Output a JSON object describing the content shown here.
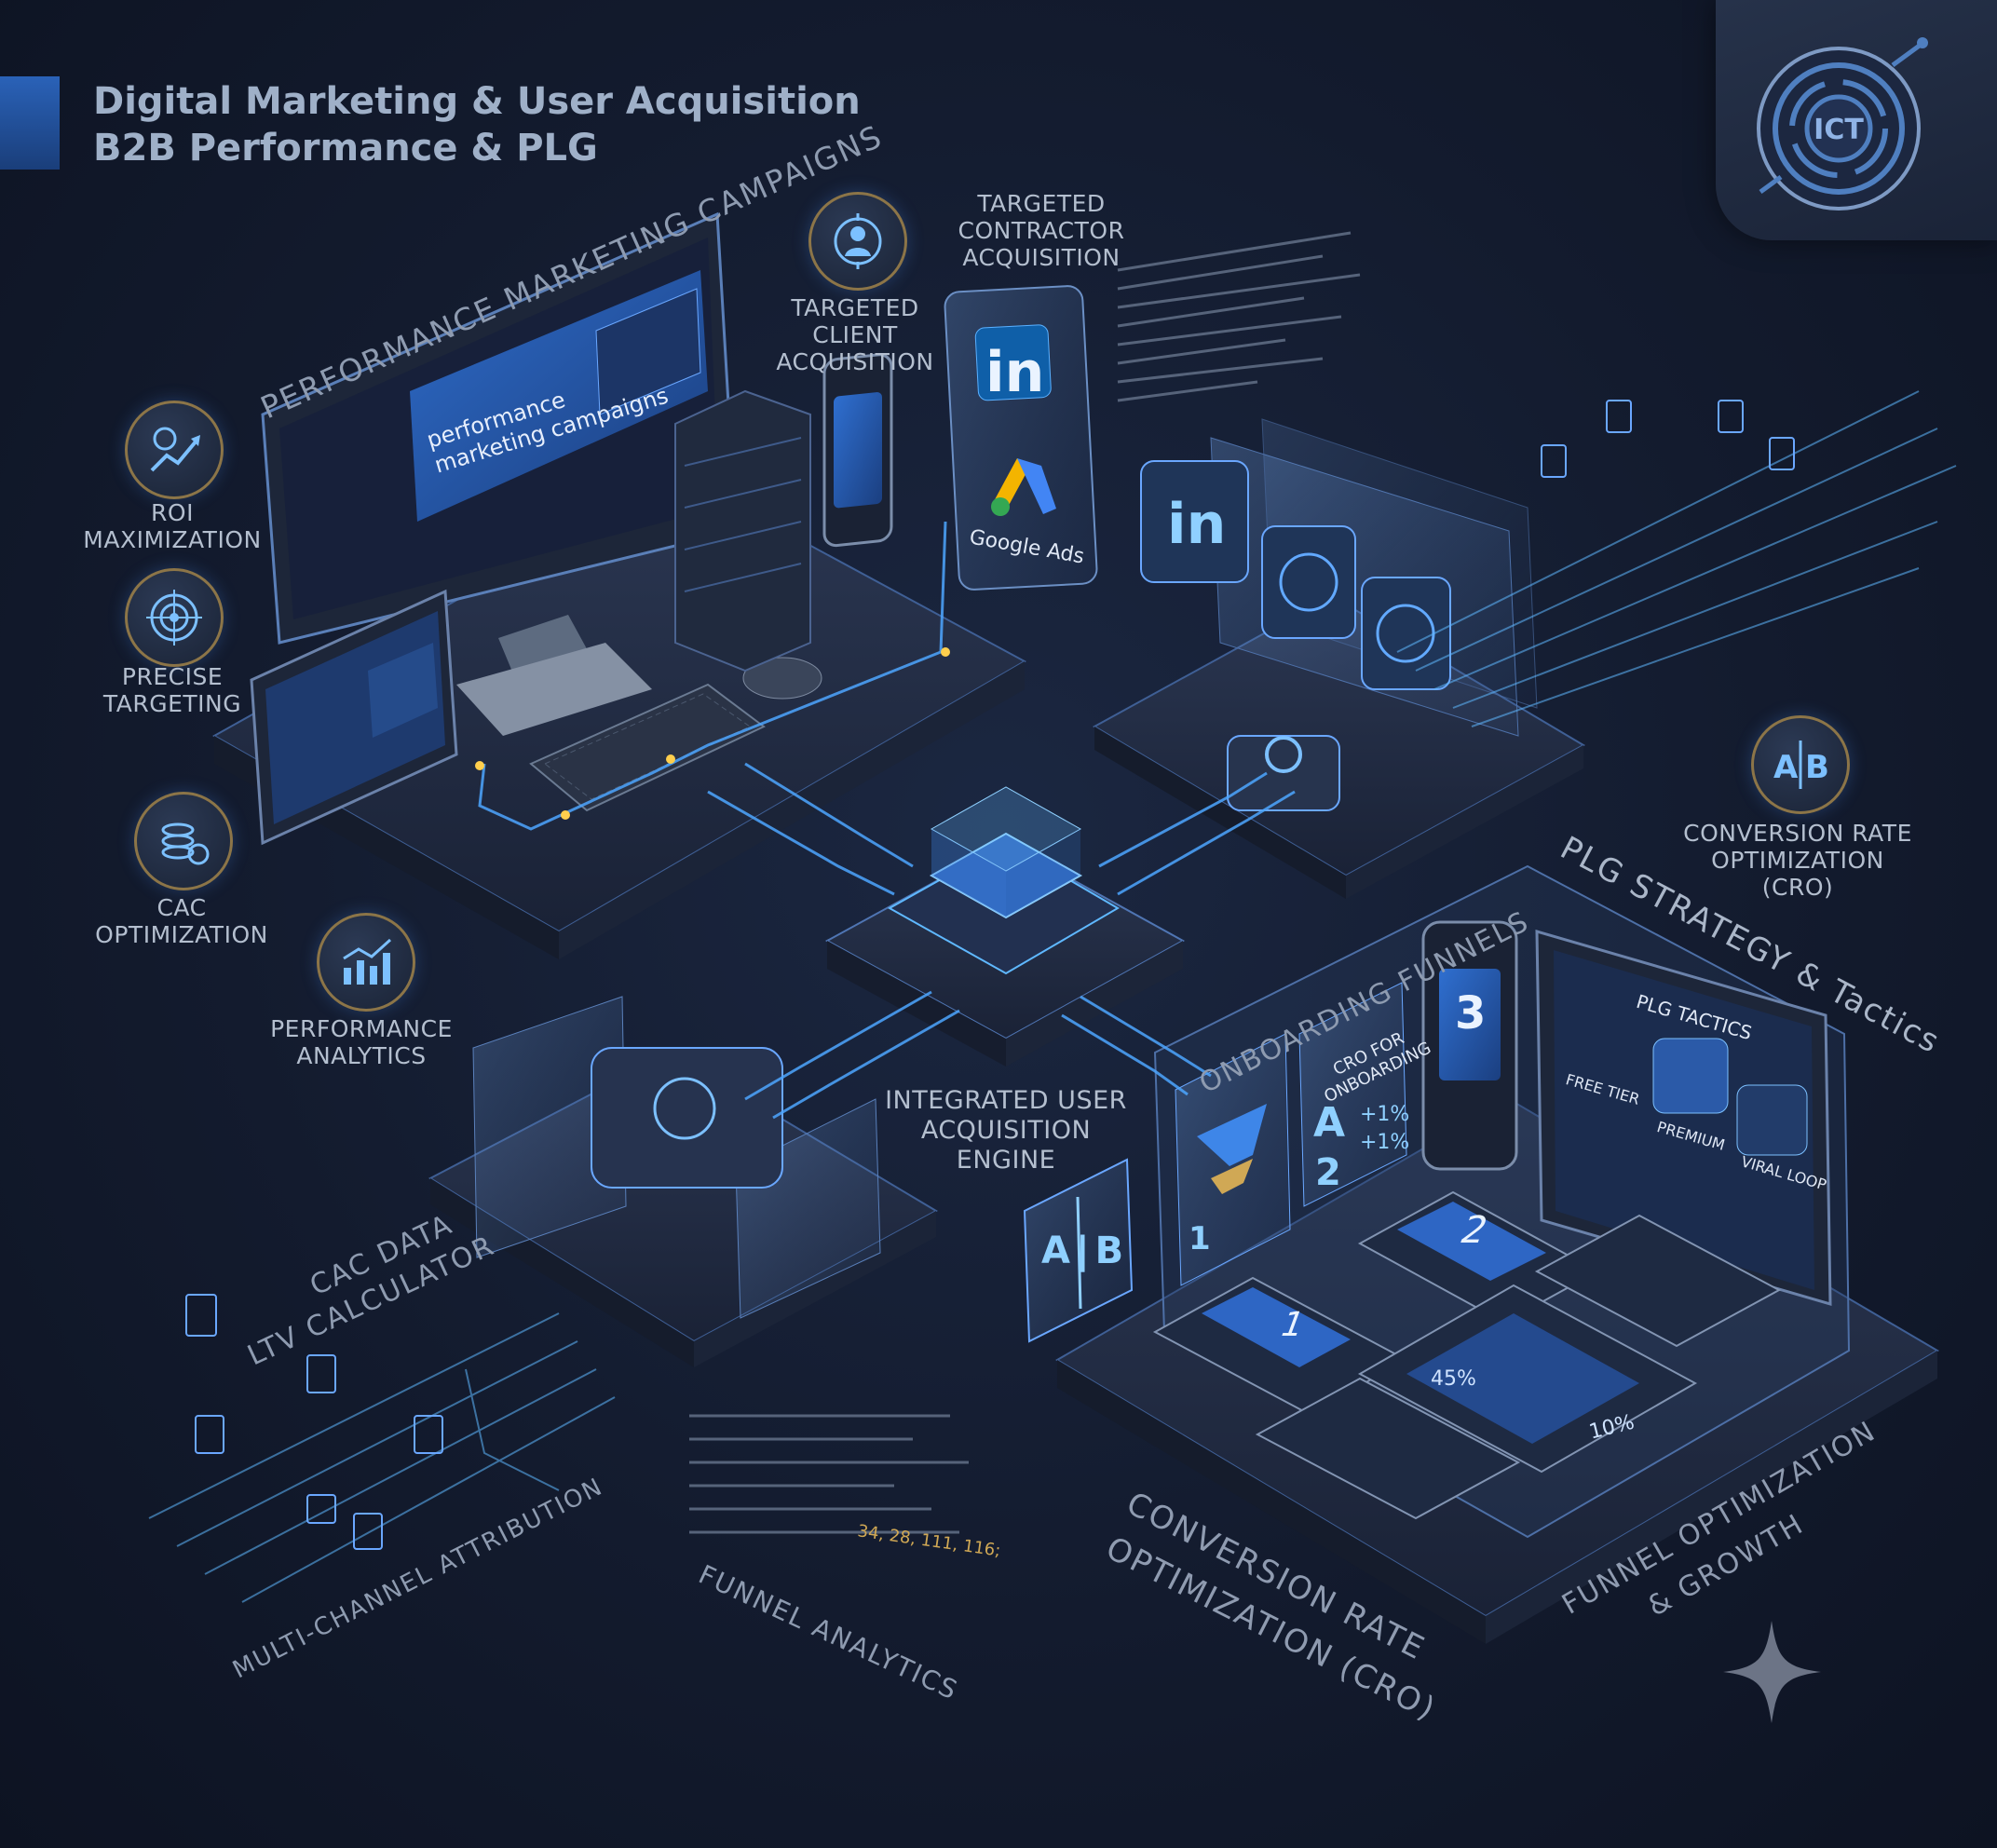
{
  "header": {
    "title_line1": "Digital Marketing & User Acquisition",
    "title_line2": "B2B Performance & PLG",
    "logo_text": "ICT"
  },
  "left_features": [
    {
      "label": "ROI\nMAXIMIZATION",
      "icon": "roi-chart-icon"
    },
    {
      "label": "PRECISE\nTARGETING",
      "icon": "target-icon"
    },
    {
      "label": "CAC\nOPTIMIZATION",
      "icon": "coins-icon"
    },
    {
      "label": "PERFORMANCE\nANALYTICS",
      "icon": "bar-chart-icon"
    }
  ],
  "top_features": {
    "client": "TARGETED CLIENT\nACQUISITION",
    "contractor": "TARGETED\nCONTRACTOR\nACQUISITION"
  },
  "sections": {
    "performance": "PERFORMANCE MARKETING CAMPAIGNS",
    "screen_text": "performance\nmarketing campaigns",
    "google_ads": "Google Ads",
    "linkedin": "in",
    "engine": "INTEGRATED USER\nACQUISITION\nENGINE",
    "cro_right": "CONVERSION RATE\nOPTIMIZATION\n(CRO)",
    "plg": "PLG STRATEGY & Tactics",
    "onboarding": "ONBOARDING FUNNELS",
    "cro_for_onboarding": "CRO FOR\nONBOARDING",
    "plg_tactics": "PLG TACTICS",
    "free_tier": "FREE TIER",
    "premium": "PREMIUM",
    "viral_loop": "VIRAL LOOP",
    "cac_data": "CAC DATA",
    "ltv": "LTV CALCULATOR",
    "multi_channel": "MULTI-CHANNEL ATTRIBUTION",
    "funnel_analytics": "FUNNEL ANALYTICS",
    "cro_bottom_1": "CONVERSION RATE",
    "cro_bottom_2": "OPTIMIZATION (CRO)",
    "growth_1": "FUNNEL OPTIMIZATION",
    "growth_2": "& GROWTH",
    "ab": "A|B",
    "step1": "1",
    "step2": "2",
    "step3": "3",
    "pct_plus1": "+1%",
    "pct_45": "45%",
    "pct_10": "10%",
    "funnel_numbers": "34, 28, 111, 116;"
  },
  "colors": {
    "accent": "#3a8dff",
    "glow": "#5fb8ff",
    "gold": "#8c7548",
    "background": "#131b2e"
  }
}
